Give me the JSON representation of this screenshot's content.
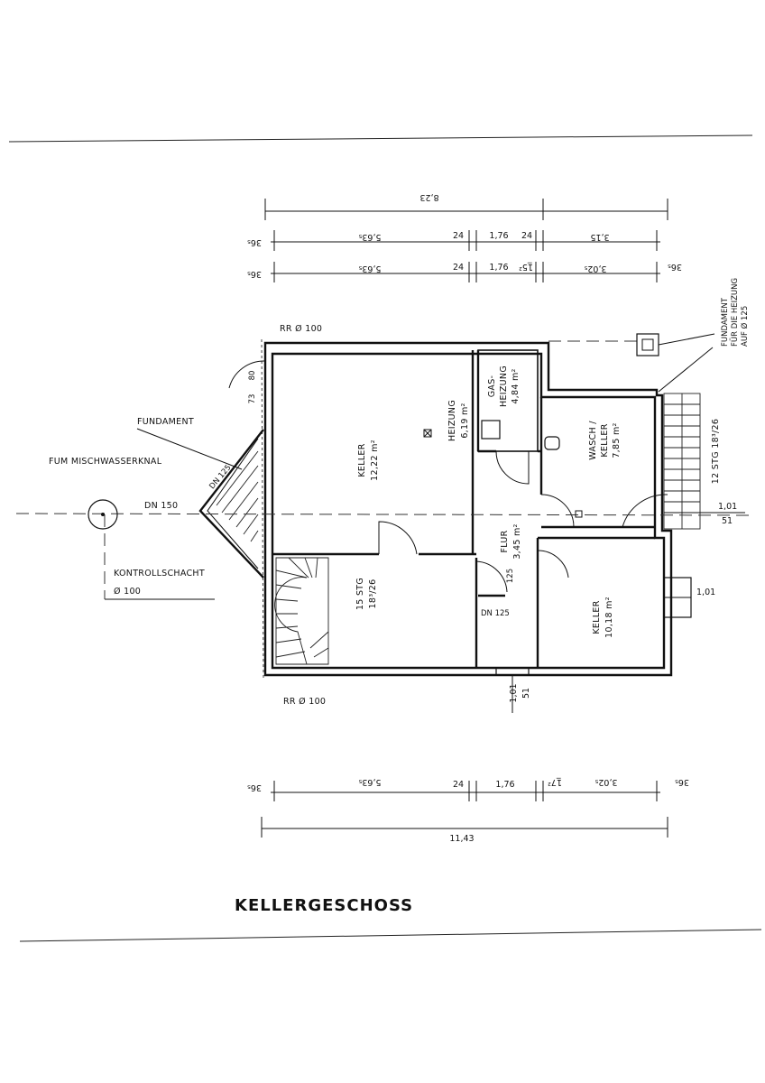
{
  "title": "KELLERGESCHOSS",
  "rooms": {
    "keller1": {
      "name": "KELLER",
      "area": "12,22 m²"
    },
    "heizung": {
      "name": "HEIZUNG",
      "area": "6,19 m²"
    },
    "gasheizung": {
      "name": "GAS- HEIZUNG",
      "line1": "GAS-",
      "line2": "HEIZUNG",
      "area": "4,84 m²"
    },
    "wasch": {
      "name": "WASCH / KELLER",
      "line1": "WASCH /",
      "line2": "KELLER",
      "area": "7,85 m²"
    },
    "flur": {
      "name": "FLUR",
      "area": "3,45 m²"
    },
    "keller2": {
      "name": "KELLER",
      "area": "10,18 m²"
    },
    "stair15": {
      "label": "15 STG",
      "ratio": "18³/26"
    },
    "stair12": {
      "label": "12 STG 18³/26"
    }
  },
  "annotations": {
    "rr_top": "RR Ø 100",
    "rr_bottom": "RR Ø 100",
    "fundament": "FUNDAMENT",
    "fum": "FUM MISCHWASSERKNAL",
    "dn125_diag": "DN 125",
    "dn150": "DN 150",
    "kontrollschacht": "KONTROLLSCHACHT",
    "kontroll_d": "Ø 100",
    "dn125_flur": "DN 125",
    "pipe_125": "125",
    "fund_heizung_1": "FUNDAMENT",
    "fund_heizung_2": "FÜR DIE HEIZUNG",
    "fund_heizung_3": "AUF Ø 125",
    "door_73": "73",
    "door_80": "80"
  },
  "dimensions": {
    "top_total": "8,23",
    "top_row1": {
      "a": "36₅",
      "b": "5,63₅",
      "c": "24",
      "d": "1,76",
      "e": "24",
      "f": "3,15"
    },
    "top_row2": {
      "a": "36₅",
      "b": "5,63₅",
      "c": "24",
      "d": "1,76",
      "e": "1̲5²",
      "f": "3,02₅",
      "g": "36₅"
    },
    "right_window_1": "1,01",
    "right_window_2": "51",
    "right_lower": "1,01",
    "bottom_window_1": "1,01",
    "bottom_window_2": "51",
    "bottom_row": {
      "a": "36₅",
      "b": "5,63₅",
      "c": "24",
      "d": "1,76",
      "e": "1̲7²",
      "f": "3,02₅",
      "g": "36₅"
    },
    "bottom_total": "11,43"
  }
}
